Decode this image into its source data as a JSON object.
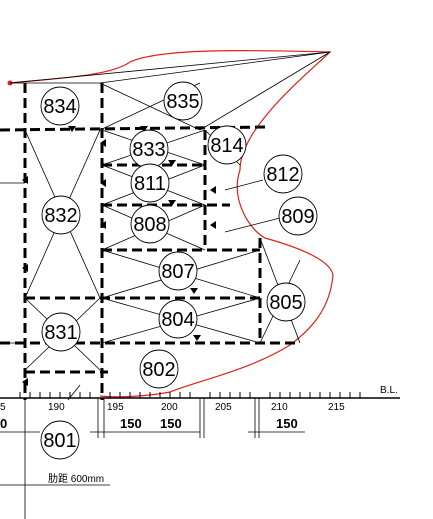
{
  "compartments": [
    {
      "id": "834",
      "label": "834"
    },
    {
      "id": "835",
      "label": "835"
    },
    {
      "id": "833",
      "label": "833"
    },
    {
      "id": "814",
      "label": "814"
    },
    {
      "id": "812",
      "label": "812"
    },
    {
      "id": "811",
      "label": "811"
    },
    {
      "id": "832",
      "label": "832"
    },
    {
      "id": "809",
      "label": "809"
    },
    {
      "id": "808",
      "label": "808"
    },
    {
      "id": "807",
      "label": "807"
    },
    {
      "id": "805",
      "label": "805"
    },
    {
      "id": "804",
      "label": "804"
    },
    {
      "id": "831",
      "label": "831"
    },
    {
      "id": "802",
      "label": "802"
    },
    {
      "id": "801",
      "label": "801"
    }
  ],
  "frame_ticks": [
    "5",
    "190",
    "195",
    "200",
    "205",
    "210",
    "215"
  ],
  "spacing_dims": [
    "0",
    "150",
    "150",
    "150"
  ],
  "baseline_label": "B.L.",
  "frame_note": "肋距 600mm",
  "colors": {
    "outline": "#e0201a",
    "structure": "#000000"
  }
}
